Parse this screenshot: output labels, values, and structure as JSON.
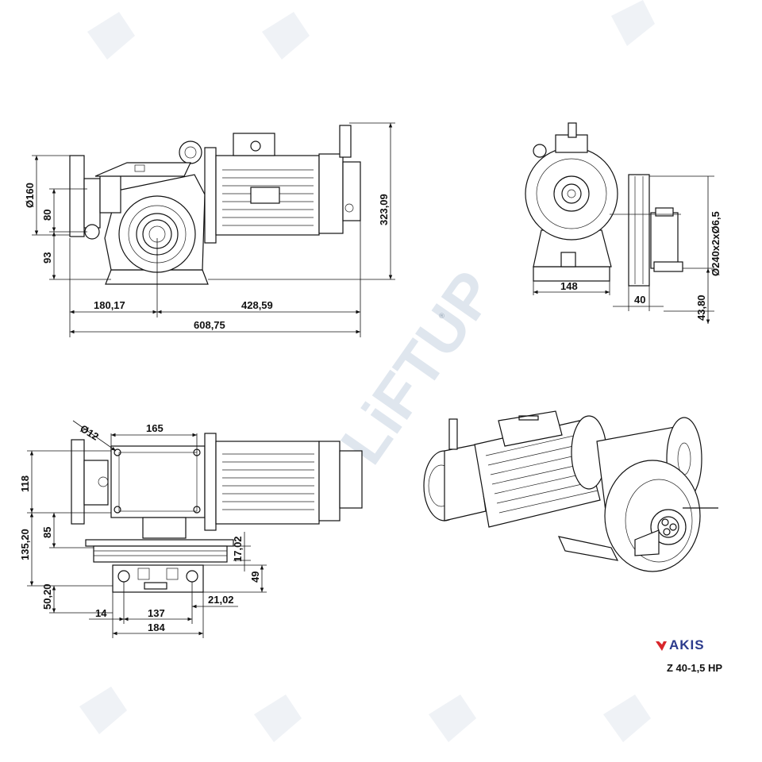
{
  "drawing": {
    "watermark": "LiFTUP",
    "watermark_reg": "®",
    "brand": "AKIS",
    "model": "Z 40-1,5 HP",
    "colors": {
      "line": "#111111",
      "watermark": "#dfe6ee",
      "brand_blue": "#2b3a8c",
      "brand_red": "#d8262b"
    }
  },
  "dimensions": {
    "front": {
      "d160": "Ø160",
      "d80": "80",
      "d93": "93",
      "h323": "323,09",
      "w180": "180,17",
      "w428": "428,59",
      "w608": "608,75"
    },
    "side": {
      "w148": "148",
      "w40": "40",
      "h43": "43,80",
      "pulley": "Ø240x2xØ6,5"
    },
    "top": {
      "d12": "Ø12",
      "w165": "165",
      "h118": "118",
      "h135": "135,20",
      "h85": "85",
      "h17": "17,02",
      "h49": "49",
      "h50": "50,20",
      "w14": "14",
      "w137": "137",
      "w21": "21,02",
      "w184": "184"
    }
  }
}
